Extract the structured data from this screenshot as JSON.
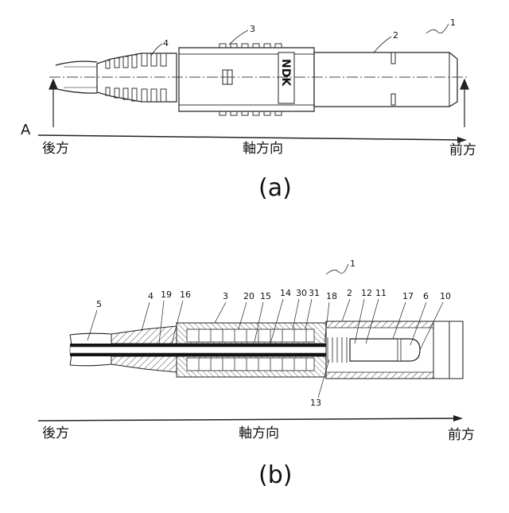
{
  "figure_a": {
    "caption": "(a)",
    "section_label": "A",
    "axis": {
      "rear": "後方",
      "axial": "軸方向",
      "front": "前方"
    },
    "refs": {
      "r1": "1",
      "r2": "2",
      "r3": "3",
      "r4": "4"
    },
    "brand": "NDK"
  },
  "figure_b": {
    "caption": "(b)",
    "axis": {
      "rear": "後方",
      "axial": "軸方向",
      "front": "前方"
    },
    "refs": {
      "r1": "1",
      "r5": "5",
      "r4": "4",
      "r19": "19",
      "r16": "16",
      "r3": "3",
      "r20": "20",
      "r15": "15",
      "r14": "14",
      "r30": "30",
      "r31": "31",
      "r18": "18",
      "r2": "2",
      "r12": "12",
      "r11": "11",
      "r17": "17",
      "r6": "6",
      "r10": "10",
      "r13": "13"
    }
  }
}
